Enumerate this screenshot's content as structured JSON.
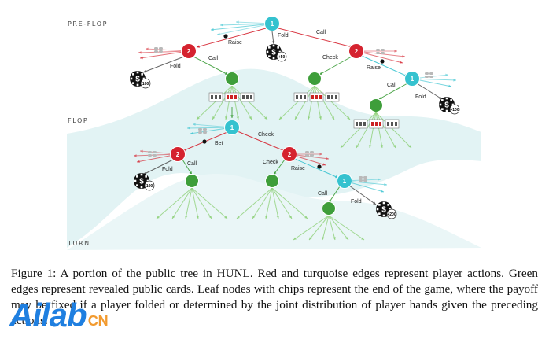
{
  "stages": {
    "preflop": "PRE-FLOP",
    "flop": "FLOP",
    "turn": "TURN"
  },
  "edge_labels": {
    "fold_a": "Fold",
    "call_a": "Call",
    "raise_a": "Raise",
    "fold_b": "Fold",
    "call_b": "Call",
    "check_a": "Check",
    "raise_b": "Raise",
    "call_c": "Call",
    "fold_c": "Fold",
    "bet_a": "Bet",
    "check_b": "Check",
    "fold_d": "Fold",
    "call_d": "Call",
    "check_c": "Check",
    "raise_c": "Raise",
    "call_e": "Call",
    "fold_e": "Fold"
  },
  "nodes": {
    "root": "1",
    "p2_left": "2",
    "p2_right": "2",
    "p1_preflop_right": "1",
    "p1_flop": "1",
    "p2_flop_left": "2",
    "p2_flop_mid": "2",
    "p1_flop_right": "1"
  },
  "chips": {
    "chip_50": "+50",
    "chip_100_a": "100",
    "chip_100_b": "+100",
    "chip_100_c": "100",
    "chip_200": "+200",
    "sign": "$"
  },
  "colors": {
    "player1": "#35c2cf",
    "player2": "#d5232f",
    "chance": "#3e9e3a",
    "chance_edge": "#8fd17a",
    "band": "#e2f3f4",
    "chip": "#111111"
  },
  "caption": "Figure 1: A portion of the public tree in HUNL. Red and turquoise edges represent player actions. Green edges represent revealed public cards. Leaf nodes with chips represent the end of the game, where the payoff may be fixed if a player folded or determined by the joint distribution of player hands given the preceding actions.",
  "watermark": {
    "main": "Ailab",
    "sub": "CN"
  }
}
